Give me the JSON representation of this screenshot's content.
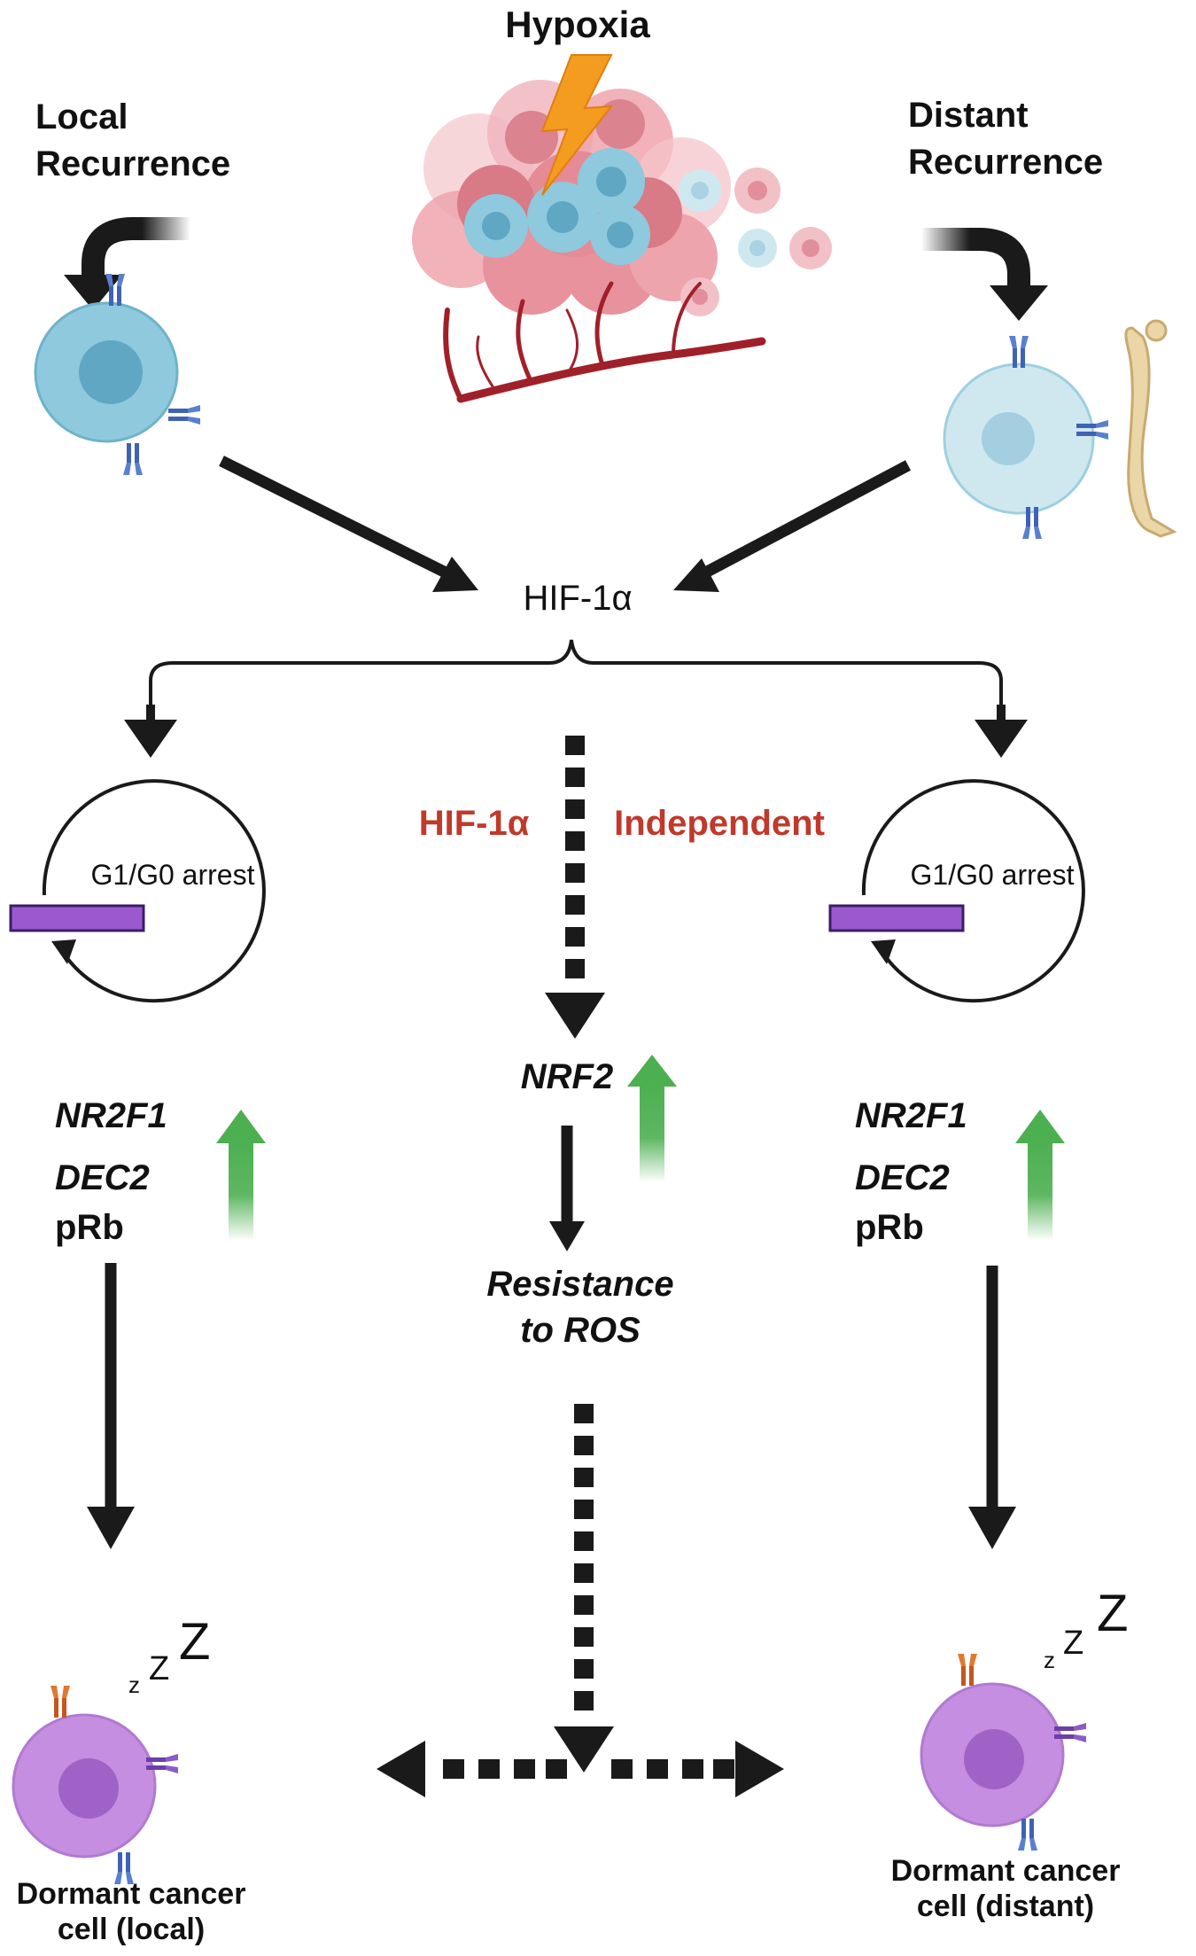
{
  "title": "Hypoxia",
  "labels": {
    "local_recurrence_line1": "Local",
    "local_recurrence_line2": "Recurrence",
    "distant_recurrence_line1": "Distant",
    "distant_recurrence_line2": "Recurrence",
    "hif": "HIF-1α",
    "hif_independent_left": "HIF-1α",
    "hif_independent_right": "Independent",
    "cell_cycle_left": "G1/G0 arrest",
    "cell_cycle_right": "G1/G0 arrest",
    "nrf2": "NRF2",
    "resistance_line1": "Resistance",
    "resistance_line2": "to ROS",
    "left_genes": [
      "NR2F1",
      "DEC2",
      "pRb"
    ],
    "right_genes": [
      "NR2F1",
      "DEC2",
      "pRb"
    ],
    "dormant_local_line1": "Dormant cancer",
    "dormant_local_line2": "cell (local)",
    "dormant_distant_line1": "Dormant cancer",
    "dormant_distant_line2": "cell (distant)",
    "sleep_small": "z",
    "sleep_mid": "Z",
    "sleep_big": "Z"
  },
  "colors": {
    "arrow": "#1a1a1a",
    "hypoxia_bolt": "#f39c1f",
    "independent_text": "#c0392b",
    "upregulation_arrow": "#4caf50",
    "cell_cycle_bar": "#9b59d0",
    "tumor_cell": "#e8a0a8",
    "hypoxic_cell": "#8ec9dd",
    "dormant_cell": "#c58ee0",
    "vessel": "#a0202a",
    "bone": "#ead6a6"
  },
  "icons": [
    "tumor-icon",
    "lightning-bolt-icon",
    "blood-vessel-icon",
    "cancer-cell-icon",
    "bone-icon",
    "receptor-icon",
    "cell-cycle-icon",
    "upregulation-arrow-icon",
    "sleep-icon"
  ]
}
